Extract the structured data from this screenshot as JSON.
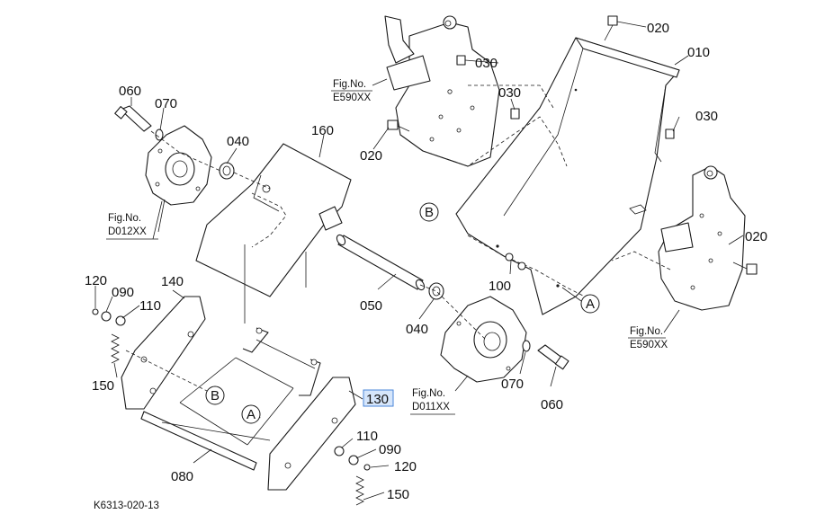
{
  "diagram": {
    "code": "K6313-020-13",
    "part_labels": {
      "p010": "010",
      "p020a": "020",
      "p020b": "020",
      "p020c": "020",
      "p030a": "030",
      "p030b": "030",
      "p030c": "030",
      "p040a": "040",
      "p040b": "040",
      "p050": "050",
      "p060a": "060",
      "p060b": "060",
      "p070a": "070",
      "p070b": "070",
      "p080": "080",
      "p090a": "090",
      "p090b": "090",
      "p100": "100",
      "p110a": "110",
      "p110b": "110",
      "p120a": "120",
      "p120b": "120",
      "p130": "130",
      "p140": "140",
      "p150a": "150",
      "p150b": "150",
      "p160": "160"
    },
    "selected_label": "130",
    "callouts": {
      "a1": "A",
      "a2": "A",
      "b1": "B",
      "b2": "B"
    },
    "fig_refs": {
      "e590_top": {
        "line1": "Fig.No.",
        "line2": "E590XX"
      },
      "e590_right": {
        "line1": "Fig.No.",
        "line2": "E590XX"
      },
      "d012": {
        "line1": "Fig.No.",
        "line2": "D012XX"
      },
      "d011": {
        "line1": "Fig.No.",
        "line2": "D011XX"
      }
    }
  }
}
